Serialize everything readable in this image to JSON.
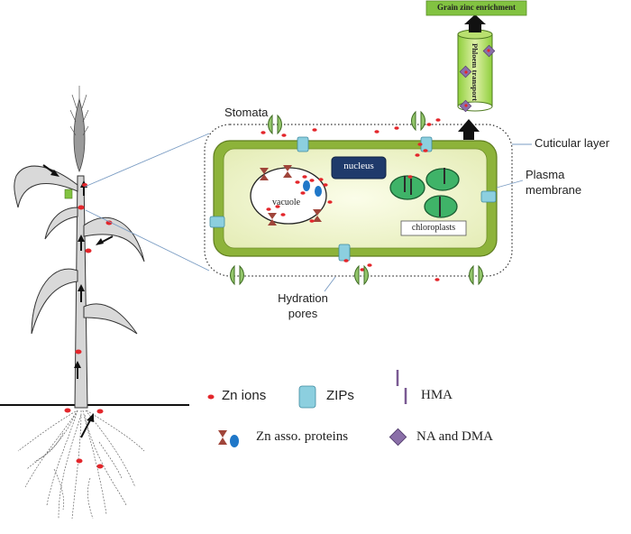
{
  "labels": {
    "grain": "Grain zinc enrichment",
    "phloem": "Phloem transport",
    "stomata": "Stomata",
    "cuticular": "Cuticular layer",
    "plasma": "Plasma membrane",
    "nucleus": "nucleus",
    "vacuole": "vacuole",
    "chloroplasts": "chloroplasts",
    "hydration": "Hydration pores"
  },
  "legend": {
    "zn_ions": "Zn ions",
    "zips": "ZIPs",
    "hma": "HMA",
    "zn_proteins": "Zn asso. proteins",
    "na_dma": "NA and DMA"
  },
  "colors": {
    "zn": "#e3262b",
    "zip": "#8ccfdf",
    "hma": "#7a5a93",
    "wall": "#8db33a",
    "cytoplasm": "#f3f6d8",
    "chloroplast": "#3fb368",
    "nucleus": "#1f3a6b",
    "green_banner": "#82c341",
    "protein_blue": "#1f77c8",
    "protein_brown": "#a0453a",
    "na_dma": "#8a6fa8"
  }
}
